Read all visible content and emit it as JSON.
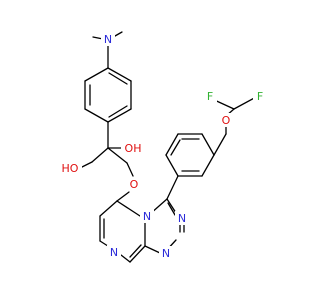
{
  "colors": {
    "carbon_bond": "#000000",
    "N": "#2b2bd9",
    "O": "#e01010",
    "F": "#33b233",
    "background": "#ffffff"
  },
  "atoms": [
    {
      "id": "N_nme2",
      "label": "N",
      "element": "N",
      "name": "atom-n-dimethylamino"
    },
    {
      "id": "O_ochf2",
      "label": "O",
      "element": "O",
      "name": "atom-o-difluoromethoxy"
    },
    {
      "id": "F_1",
      "label": "F",
      "element": "F",
      "name": "atom-f-1"
    },
    {
      "id": "F_2",
      "label": "F",
      "element": "F",
      "name": "atom-f-2"
    },
    {
      "id": "O_diol2",
      "label": "OH",
      "element": "O",
      "name": "atom-oh-tertiary"
    },
    {
      "id": "O_diol1",
      "label": "HO",
      "element": "O",
      "name": "atom-oh-primary"
    },
    {
      "id": "O_ether",
      "label": "O",
      "element": "O",
      "name": "atom-o-ether"
    },
    {
      "id": "N_pz1",
      "label": "N",
      "element": "N",
      "name": "atom-n-pyrazine"
    },
    {
      "id": "N_fused",
      "label": "N",
      "element": "N",
      "name": "atom-n-bridgehead"
    },
    {
      "id": "N_tz2",
      "label": "N",
      "element": "N",
      "name": "atom-n-triazole-2"
    },
    {
      "id": "N_tz1",
      "label": "N",
      "element": "N",
      "name": "atom-n-triazole-1"
    }
  ]
}
